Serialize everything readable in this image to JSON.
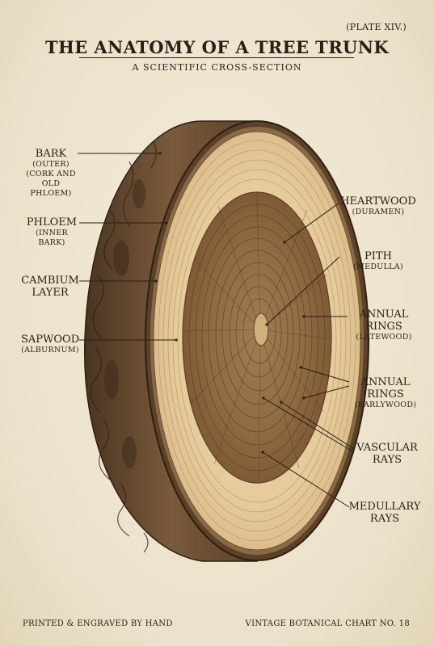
{
  "header": {
    "plate": "(PLATE XIV.)",
    "title": "THE ANATOMY OF A TREE TRUNK",
    "subtitle": "A SCIENTIFIC CROSS-SECTION"
  },
  "labels": {
    "bark": {
      "main": "BARK",
      "sub1": "(OUTER)",
      "sub2": "(CORK AND",
      "sub3": "OLD PHLOEM)"
    },
    "phloem": {
      "main": "PHLOEM",
      "sub": "(INNER BARK)"
    },
    "cambium": {
      "main1": "CAMBIUM",
      "main2": "LAYER"
    },
    "sapwood": {
      "main": "SAPWOOD",
      "sub": "(ALBURNUM)"
    },
    "heartwood": {
      "main": "HEARTWOOD",
      "sub": "(DURAMEN)"
    },
    "pith": {
      "main": "PITH",
      "sub": "(MEDULLA)"
    },
    "annual_late": {
      "main1": "ANNUAL",
      "main2": "RINGS",
      "sub": "(LATEWOOD)"
    },
    "annual_early": {
      "main1": "ANNUAL",
      "main2": "RINGS",
      "sub": "(EARLYWOOD)"
    },
    "vascular": {
      "main1": "VASCULAR",
      "main2": "RAYS"
    },
    "medullary": {
      "main1": "MEDULLARY",
      "main2": "RAYS"
    }
  },
  "footer": {
    "left": "PRINTED & ENGRAVED BY HAND",
    "right": "VINTAGE BOTANICAL CHART NO. 18"
  }
}
